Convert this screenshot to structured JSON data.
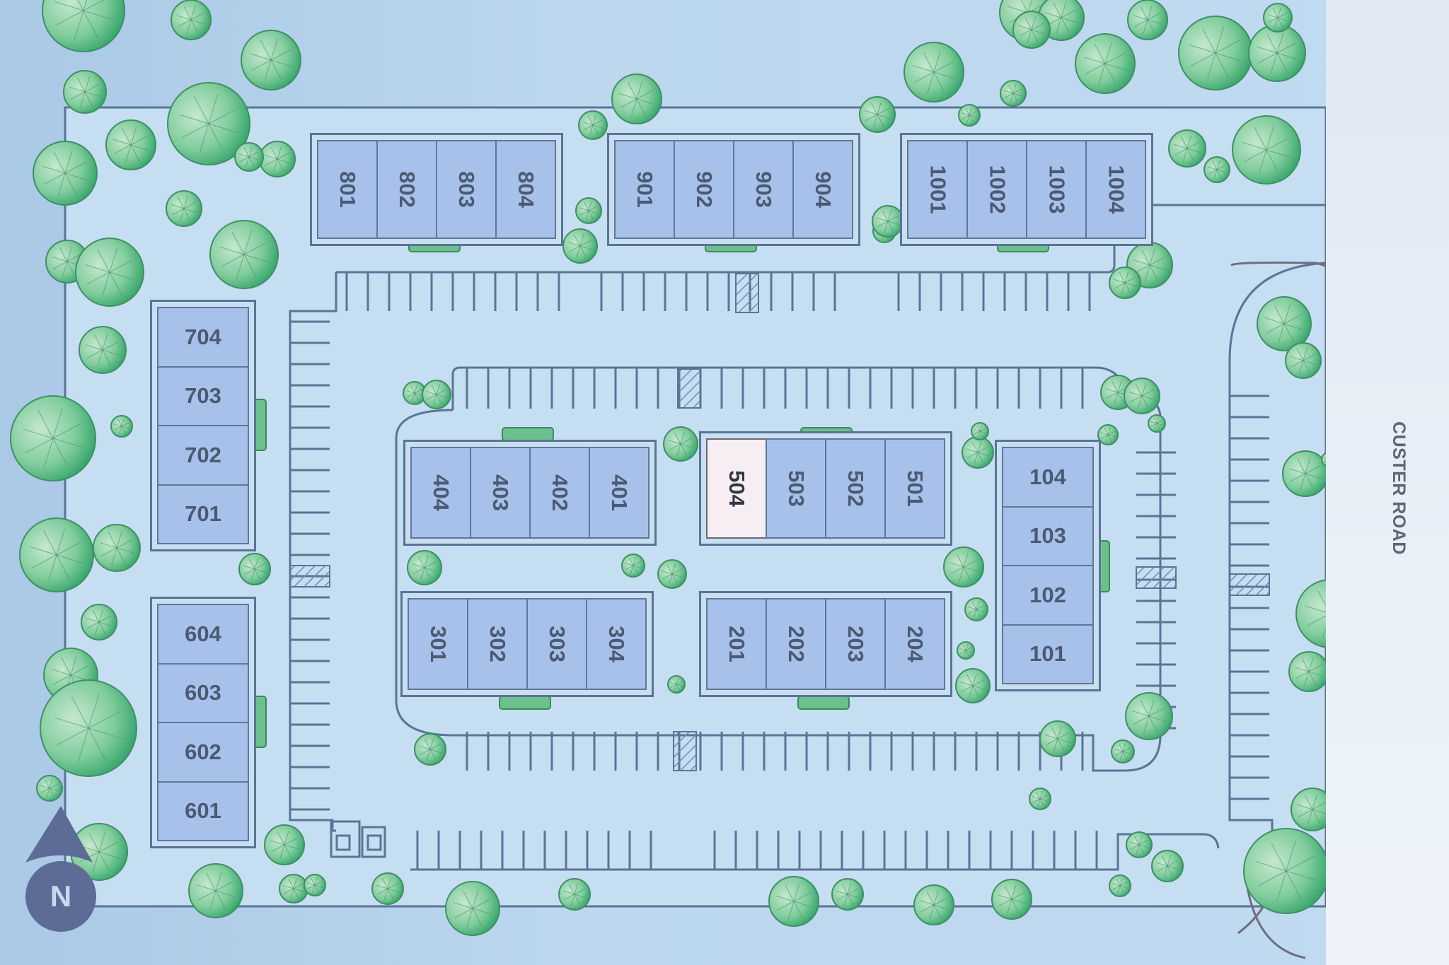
{
  "map": {
    "street_label": "CUSTER ROAD",
    "compass_label": "N",
    "selected_unit": "504",
    "colors": {
      "background": "#bcd7ee",
      "unit_fill": "#a8c1ea",
      "unit_selected_fill": "#f7eef4",
      "outline": "#5a7496",
      "tree": "#5fbf8a",
      "compass": "#5d6c96"
    }
  },
  "buildings": [
    {
      "id": "800",
      "orientation": "horizontal",
      "units": [
        "801",
        "802",
        "803",
        "804"
      ]
    },
    {
      "id": "900",
      "orientation": "horizontal",
      "units": [
        "901",
        "902",
        "903",
        "904"
      ]
    },
    {
      "id": "1000",
      "orientation": "horizontal",
      "units": [
        "1001",
        "1002",
        "1003",
        "1004"
      ]
    },
    {
      "id": "700",
      "orientation": "vertical",
      "units": [
        "704",
        "703",
        "702",
        "701"
      ]
    },
    {
      "id": "600",
      "orientation": "vertical",
      "units": [
        "604",
        "603",
        "602",
        "601"
      ]
    },
    {
      "id": "400",
      "orientation": "horizontal",
      "units": [
        "404",
        "403",
        "402",
        "401"
      ]
    },
    {
      "id": "500",
      "orientation": "horizontal",
      "units": [
        "504",
        "503",
        "502",
        "501"
      ]
    },
    {
      "id": "300",
      "orientation": "horizontal",
      "units": [
        "301",
        "302",
        "303",
        "304"
      ]
    },
    {
      "id": "200",
      "orientation": "horizontal",
      "units": [
        "201",
        "202",
        "203",
        "204"
      ]
    },
    {
      "id": "100",
      "orientation": "vertical",
      "units": [
        "104",
        "103",
        "102",
        "101"
      ]
    }
  ]
}
